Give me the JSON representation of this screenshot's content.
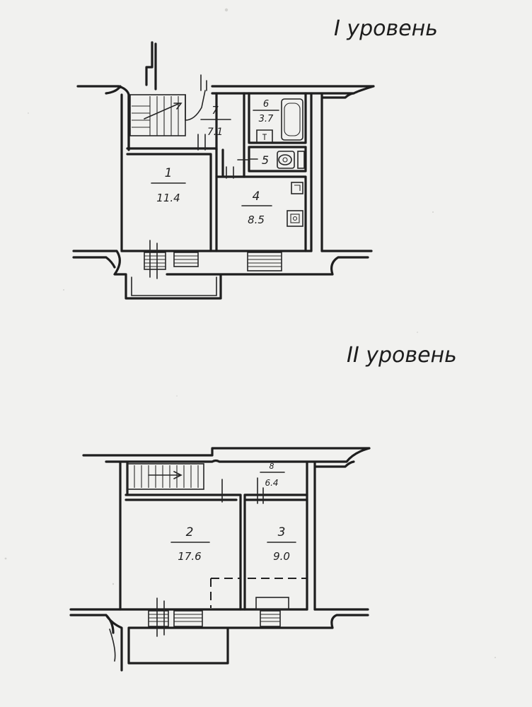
{
  "levels": [
    {
      "title": "I уровень",
      "rooms": [
        {
          "number": "1",
          "area": "11.4"
        },
        {
          "number": "4",
          "area": "8.5"
        },
        {
          "number": "5",
          "area": ""
        },
        {
          "number": "6",
          "area": "3.7"
        },
        {
          "number": "7",
          "area": "7.1"
        }
      ]
    },
    {
      "title": "II уровень",
      "rooms": [
        {
          "number": "2",
          "area": "17.6"
        },
        {
          "number": "3",
          "area": "9.0"
        },
        {
          "number": "8",
          "area": "6.4"
        }
      ]
    }
  ],
  "colors": {
    "ink": "#1e1e1e",
    "paper": "#f1f1ef"
  },
  "symbols": [
    "staircase-icon",
    "bathtub-icon",
    "toilet-icon",
    "sink-icon",
    "stove-icon",
    "window-icon",
    "door-icon"
  ]
}
